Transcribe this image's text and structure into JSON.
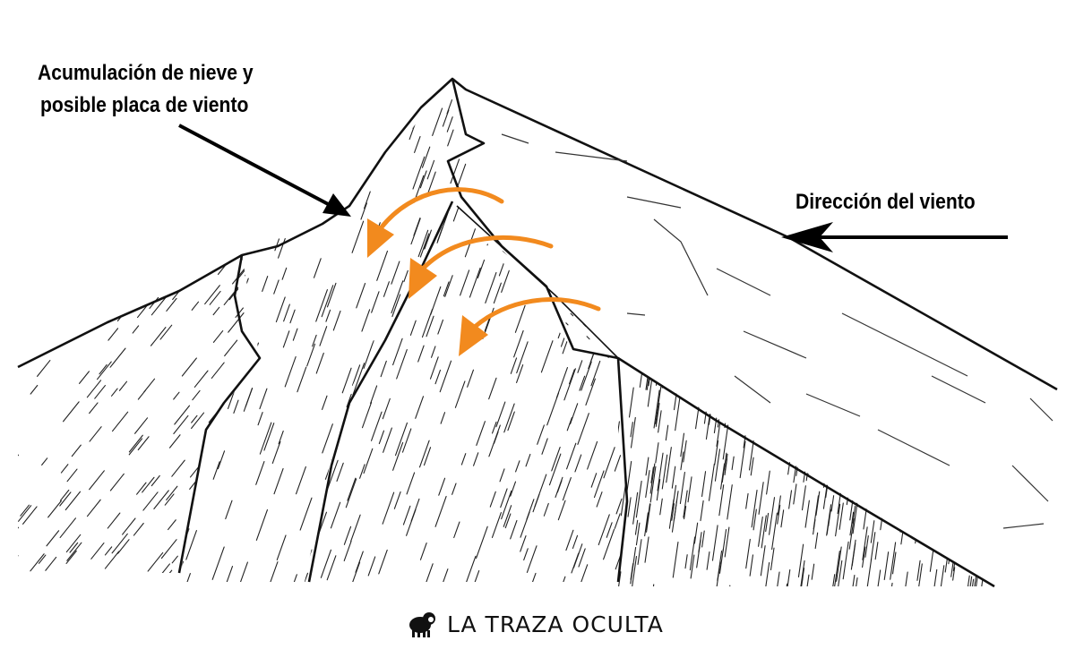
{
  "annotations": {
    "snow_label_line1": "Acumulación de nieve y",
    "snow_label_line2": "posible placa de viento",
    "wind_label": "Dirección del viento"
  },
  "brand": {
    "name": "LA TRAZA OCULTA",
    "icon": "sheep-icon"
  },
  "colors": {
    "ink": "#111111",
    "wind_arrows": "#f28a1e",
    "background": "#ffffff"
  }
}
